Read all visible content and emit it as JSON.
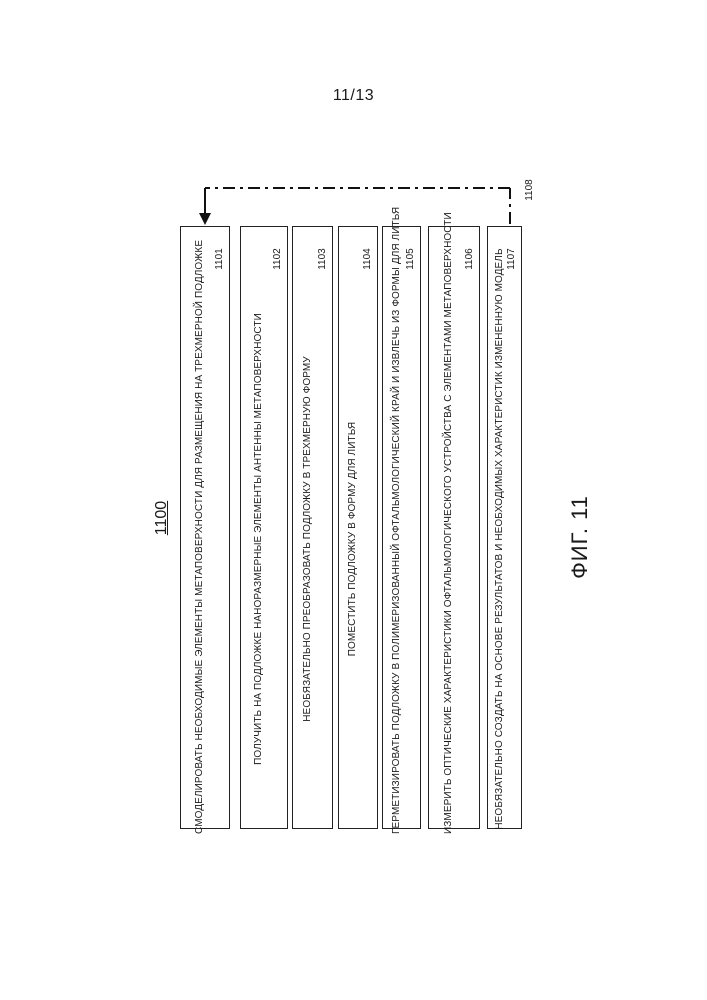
{
  "page_number": "11/13",
  "reference": "1100",
  "figure_label": "ФИГ. 11",
  "loop_number": "1108",
  "steps": [
    {
      "num": "1101",
      "text": "СМОДЕЛИРОВАТЬ НЕОБХОДИМЫЕ ЭЛЕМЕНТЫ МЕТАПОВЕРХНОСТИ ДЛЯ РАЗМЕЩЕНИЯ НА ТРЕХМЕРНОЙ ПОДЛОЖКЕ"
    },
    {
      "num": "1102",
      "text": "ПОЛУЧИТЬ НА ПОДЛОЖКЕ НАНОРАЗМЕРНЫЕ ЭЛЕМЕНТЫ АНТЕННЫ МЕТАПОВЕРХНОСТИ"
    },
    {
      "num": "1103",
      "text": "НЕОБЯЗАТЕЛЬНО ПРЕОБРАЗОВАТЬ ПОДЛОЖКУ В ТРЕХМЕРНУЮ ФОРМУ"
    },
    {
      "num": "1104",
      "text": "ПОМЕСТИТЬ ПОДЛОЖКУ В ФОРМУ ДЛЯ ЛИТЬЯ"
    },
    {
      "num": "1105",
      "text": "ГЕРМЕТИЗИРОВАТЬ ПОДЛОЖКУ В ПОЛИМЕРИЗОВАННЫЙ ОФТАЛЬМОЛОГИЧЕСКИЙ КРАЙ И ИЗВЛЕЧЬ ИЗ ФОРМЫ ДЛЯ ЛИТЬЯ"
    },
    {
      "num": "1106",
      "text": "ИЗМЕРИТЬ ОПТИЧЕСКИЕ ХАРАКТЕРИСТИКИ ОФТАЛЬМОЛОГИЧЕСКОГО УСТРОЙСТВА С ЭЛЕМЕНТАМИ МЕТАПОВЕРХНОСТИ"
    },
    {
      "num": "1107",
      "text": "НЕОБЯЗАТЕЛЬНО СОЗДАТЬ НА ОСНОВЕ РЕЗУЛЬТАТОВ И НЕОБХОДИМЫХ ХАРАКТЕРИСТИК ИЗМЕНЕННУЮ МОДЕЛЬ"
    }
  ]
}
